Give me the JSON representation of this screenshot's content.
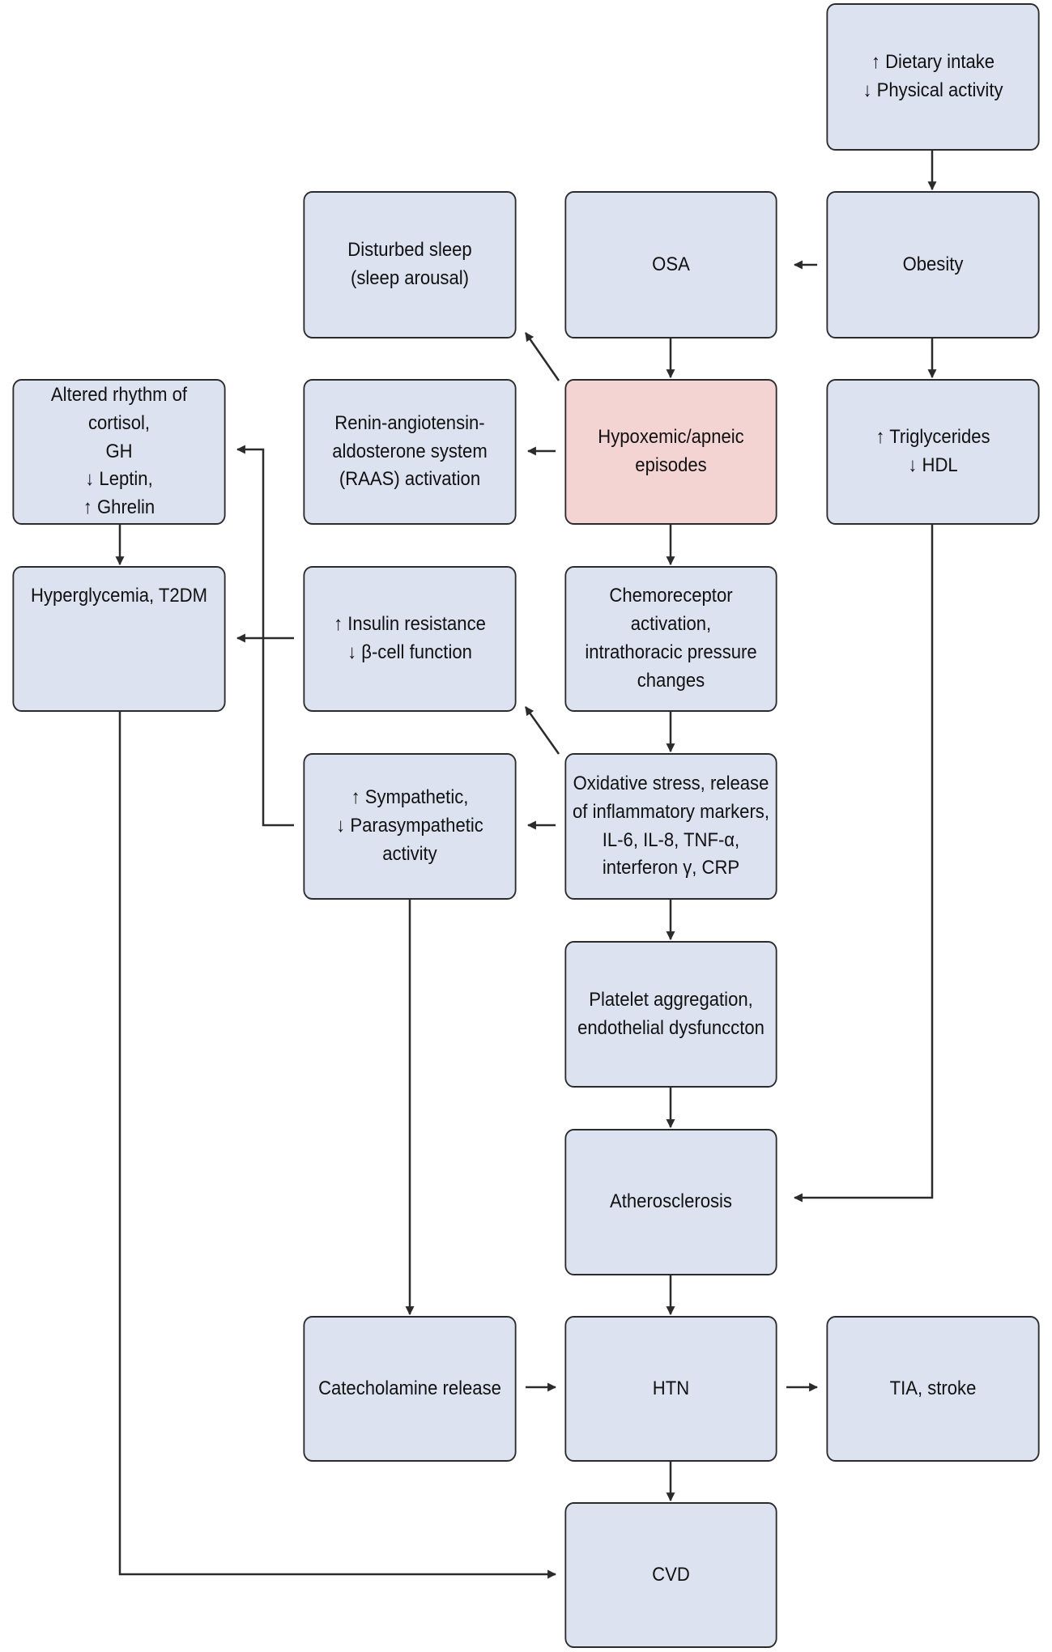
{
  "colors": {
    "box_fill": "#dde2f0",
    "highlight_fill": "#f4d4d3",
    "stroke": "#2b2b2b"
  },
  "nodes": {
    "dietary": [
      "↑ Dietary intake",
      "↓ Physical activity"
    ],
    "obesity": [
      "Obesity"
    ],
    "osa": [
      "OSA"
    ],
    "disturbed_sleep": [
      "Disturbed sleep",
      "(sleep arousal)"
    ],
    "hypoxemic": [
      "Hypoxemic/apneic",
      "episodes"
    ],
    "raas": [
      "Renin-angiotensin-",
      "aldosterone system",
      "(RAAS) activation"
    ],
    "lipids": [
      "↑ Triglycerides",
      "↓ HDL"
    ],
    "hormones": [
      "Altered rhythm of cortisol,",
      "GH",
      "↓ Leptin,",
      "↑ Ghrelin"
    ],
    "hyperglycemia": [
      "Hyperglycemia, T2DM"
    ],
    "insulin": [
      "↑ Insulin resistance",
      "↓ β-cell function"
    ],
    "chemoreceptor": [
      "Chemoreceptor",
      "activation,",
      "intrathoracic pressure",
      "changes"
    ],
    "oxidative": [
      "Oxidative stress, release",
      "of inflammatory markers,",
      "IL-6, IL-8, TNF-α,",
      "interferon γ, CRP"
    ],
    "sympathetic": [
      "↑ Sympathetic,",
      "↓ Parasympathetic activity"
    ],
    "platelet": [
      "Platelet aggregation,",
      "endothelial dysfunccton"
    ],
    "atherosclerosis": [
      "Atherosclerosis"
    ],
    "catecholamine": [
      "Catecholamine release"
    ],
    "htn": [
      "HTN"
    ],
    "tia": [
      "TIA, stroke"
    ],
    "cvd": [
      "CVD"
    ]
  }
}
